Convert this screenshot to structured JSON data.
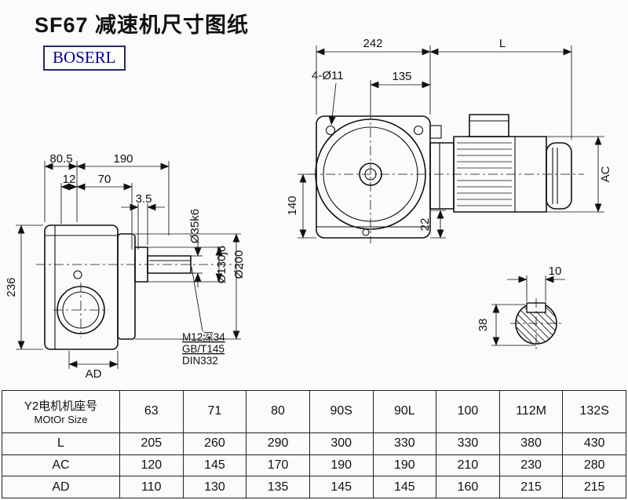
{
  "header": {
    "title": "SF67 减速机尺寸图纸",
    "logo": "BOSERL"
  },
  "dims": {
    "d242": "242",
    "dL": "L",
    "d4x11": "4-Ø11",
    "d135": "135",
    "d140": "140",
    "d22": "22",
    "dAC": "AC",
    "d10": "10",
    "d38": "38",
    "d80_5": "80.5",
    "d190": "190",
    "d12": "12",
    "d70": "70",
    "d3_5": "3.5",
    "d236": "236",
    "dAD": "AD",
    "d35": "Ø35k6",
    "d130": "Ø130j6",
    "d200": "Ø200",
    "note1": "M12深34",
    "note2": "GB/T145",
    "note3": "DIN332"
  },
  "table": {
    "header": {
      "line1": "Y2电机机座号",
      "line2": "MOtOr Size"
    },
    "sizes": [
      "63",
      "71",
      "80",
      "90S",
      "90L",
      "100",
      "112M",
      "132S"
    ],
    "rows": [
      {
        "label": "L",
        "values": [
          "205",
          "260",
          "290",
          "300",
          "330",
          "330",
          "380",
          "430"
        ]
      },
      {
        "label": "AC",
        "values": [
          "120",
          "145",
          "170",
          "190",
          "190",
          "210",
          "230",
          "280"
        ]
      },
      {
        "label": "AD",
        "values": [
          "110",
          "130",
          "135",
          "145",
          "145",
          "160",
          "215",
          "215"
        ]
      }
    ]
  }
}
